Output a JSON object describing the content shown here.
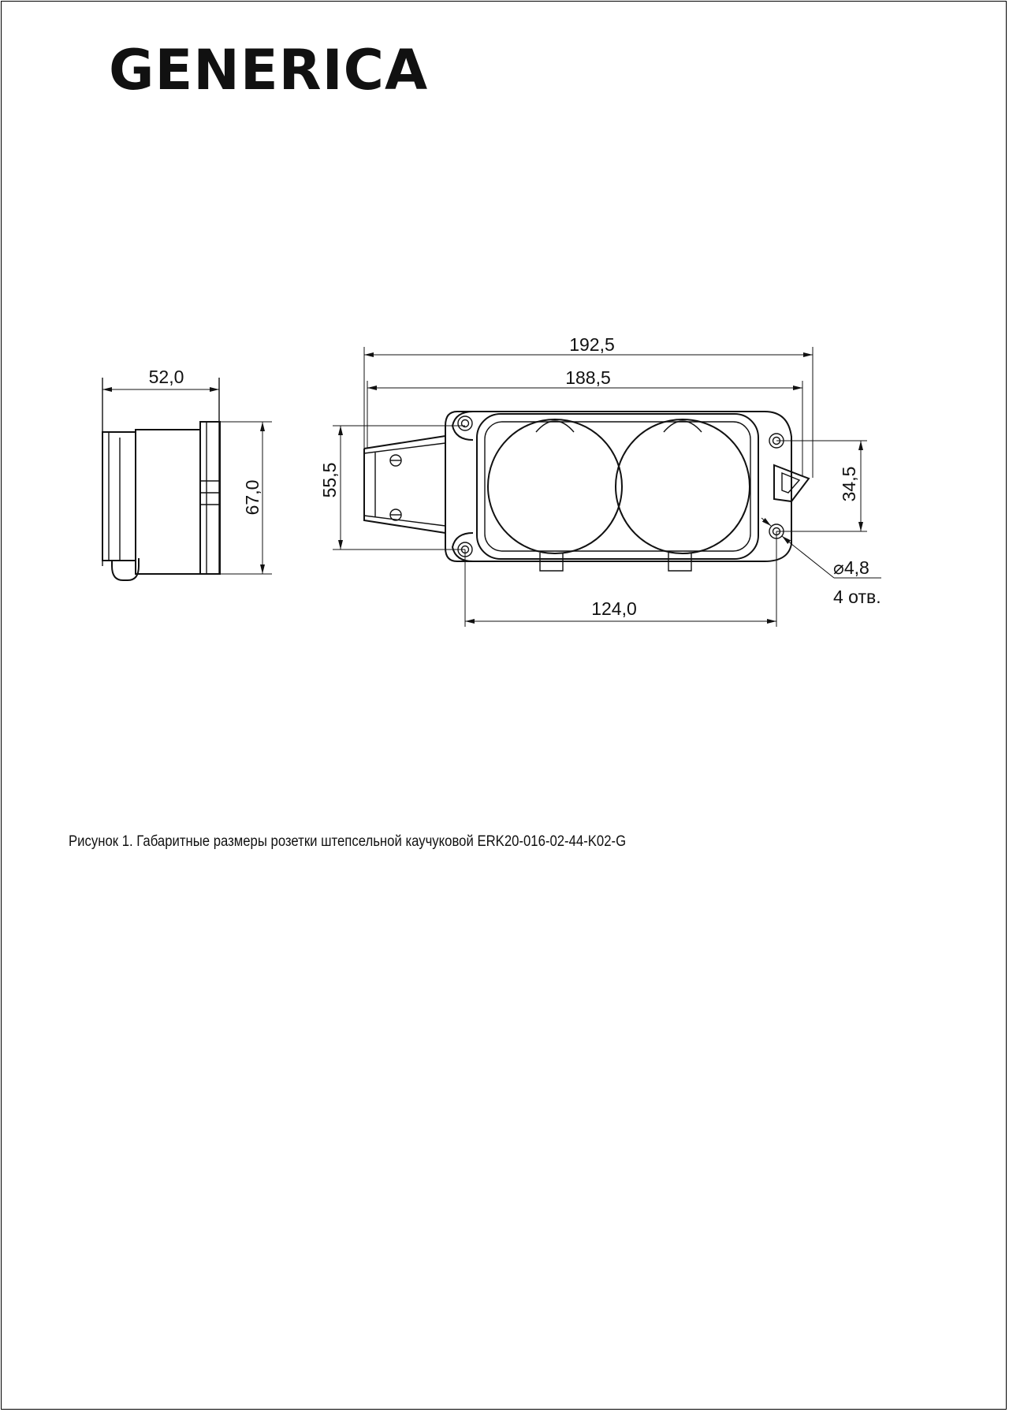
{
  "brand": "GENERICA",
  "dimensions": {
    "side_width": "52,0",
    "side_height": "67,0",
    "overall_length": "192,5",
    "body_length": "188,5",
    "body_height": "55,5",
    "mount_spacing_v": "34,5",
    "mount_spacing_h": "124,0",
    "hole_diameter": "⌀4,8",
    "hole_count": "4 отв."
  },
  "caption": "Рисунок 1. Габаритные размеры розетки штепсельной каучуковой  ERK20-016-02-44-K02-G"
}
